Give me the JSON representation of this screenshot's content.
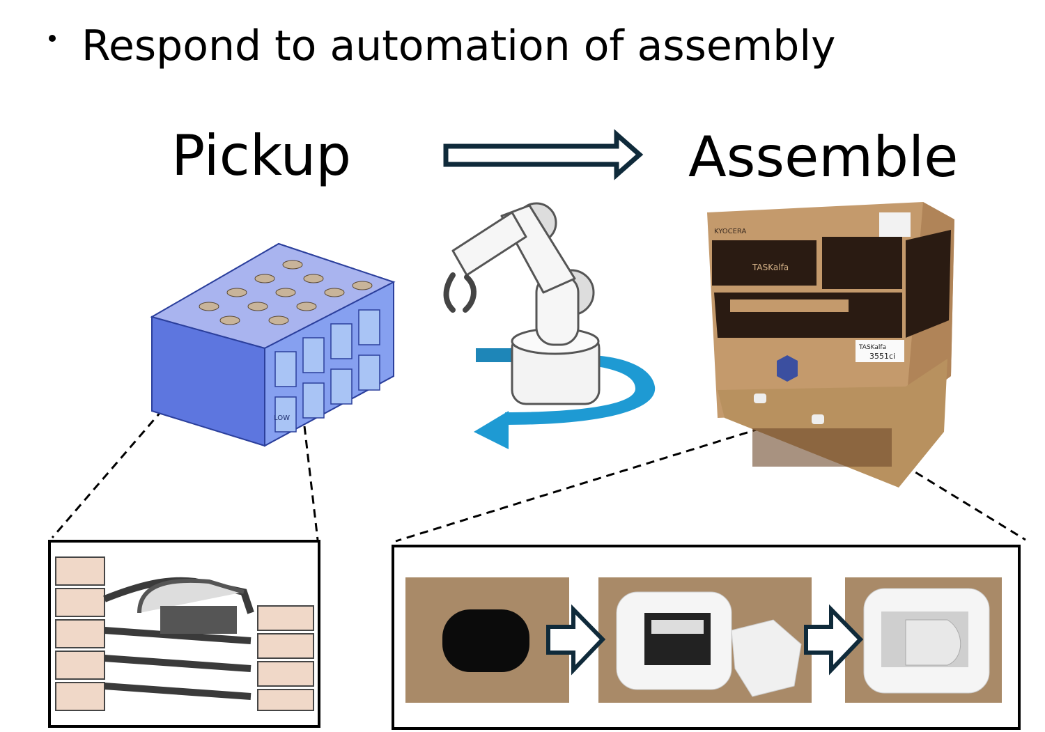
{
  "slide": {
    "bullet_text": "Respond to automation of assembly",
    "left_label": "Pickup",
    "right_label": "Assemble"
  },
  "crate": {
    "side_label": "LOW"
  },
  "printer_box": {
    "brand": "KYOCERA",
    "product": "TASKalfa",
    "label_product": "TASKalfa",
    "label_model": "3551ci"
  },
  "colors": {
    "arrow_outline": "#0f2a3a",
    "crate_blue": "#6f86e6",
    "rotation_arrow": "#1e9ad3",
    "cardboard": "#c49a6c"
  }
}
